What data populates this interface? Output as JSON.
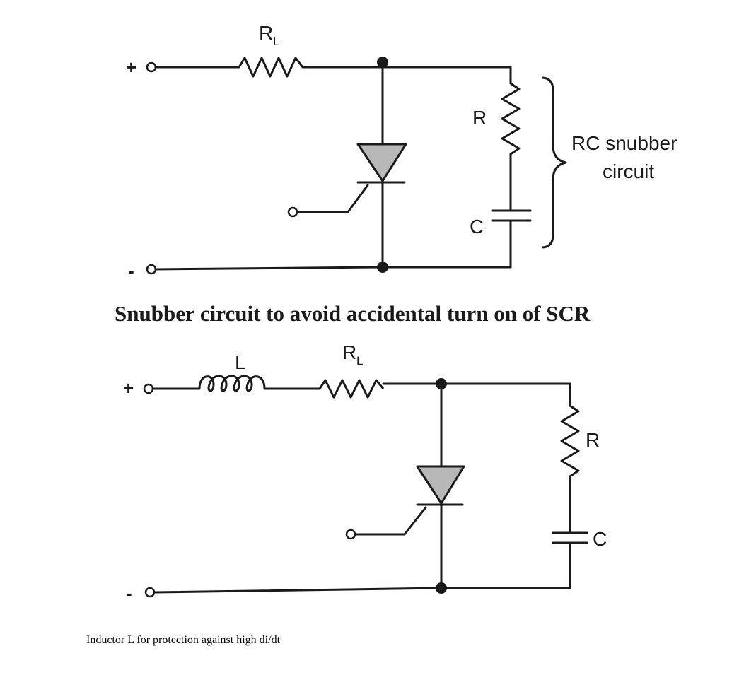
{
  "figure_1": {
    "resistor_load_label": "R",
    "resistor_load_sub": "L",
    "snubber_resistor_label": "R",
    "snubber_capacitor_label": "C",
    "snubber_brace_line1": "RC snubber",
    "snubber_brace_line2": "circuit",
    "positive_terminal": "+",
    "negative_terminal": "-",
    "caption": "Snubber circuit to avoid accidental turn on of SCR"
  },
  "figure_2": {
    "inductor_label": "L",
    "resistor_load_label": "R",
    "resistor_load_sub": "L",
    "snubber_resistor_label": "R",
    "snubber_capacitor_label": "C",
    "positive_terminal": "+",
    "negative_terminal": "-",
    "caption_part1": "Inductor",
    "caption_part2": " L for protection against high di/dt"
  }
}
